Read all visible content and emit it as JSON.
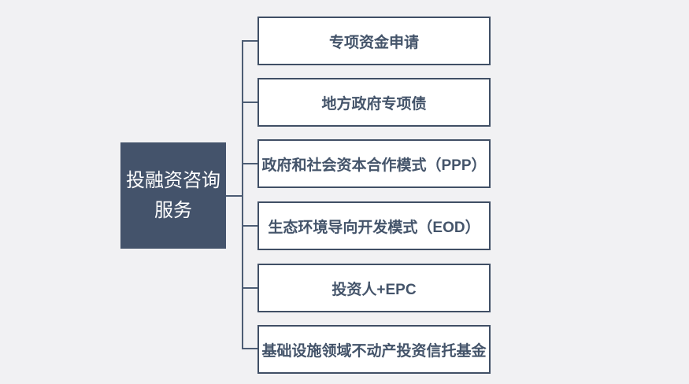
{
  "diagram": {
    "type": "tree",
    "background_color": "#f1f1f3",
    "node_fill_color": "#44536b",
    "outline_color": "#404f65",
    "text_color": "#44546a",
    "root": {
      "label": "投融资咨询服务"
    },
    "children": [
      {
        "label": "专项资金申请"
      },
      {
        "label": "地方政府专项债"
      },
      {
        "label": "政府和社会资本合作模式（PPP）"
      },
      {
        "label": "生态环境导向开发模式（EOD）"
      },
      {
        "label": "投资人+EPC"
      },
      {
        "label": "基础设施领域不动产投资信托基金"
      }
    ]
  }
}
